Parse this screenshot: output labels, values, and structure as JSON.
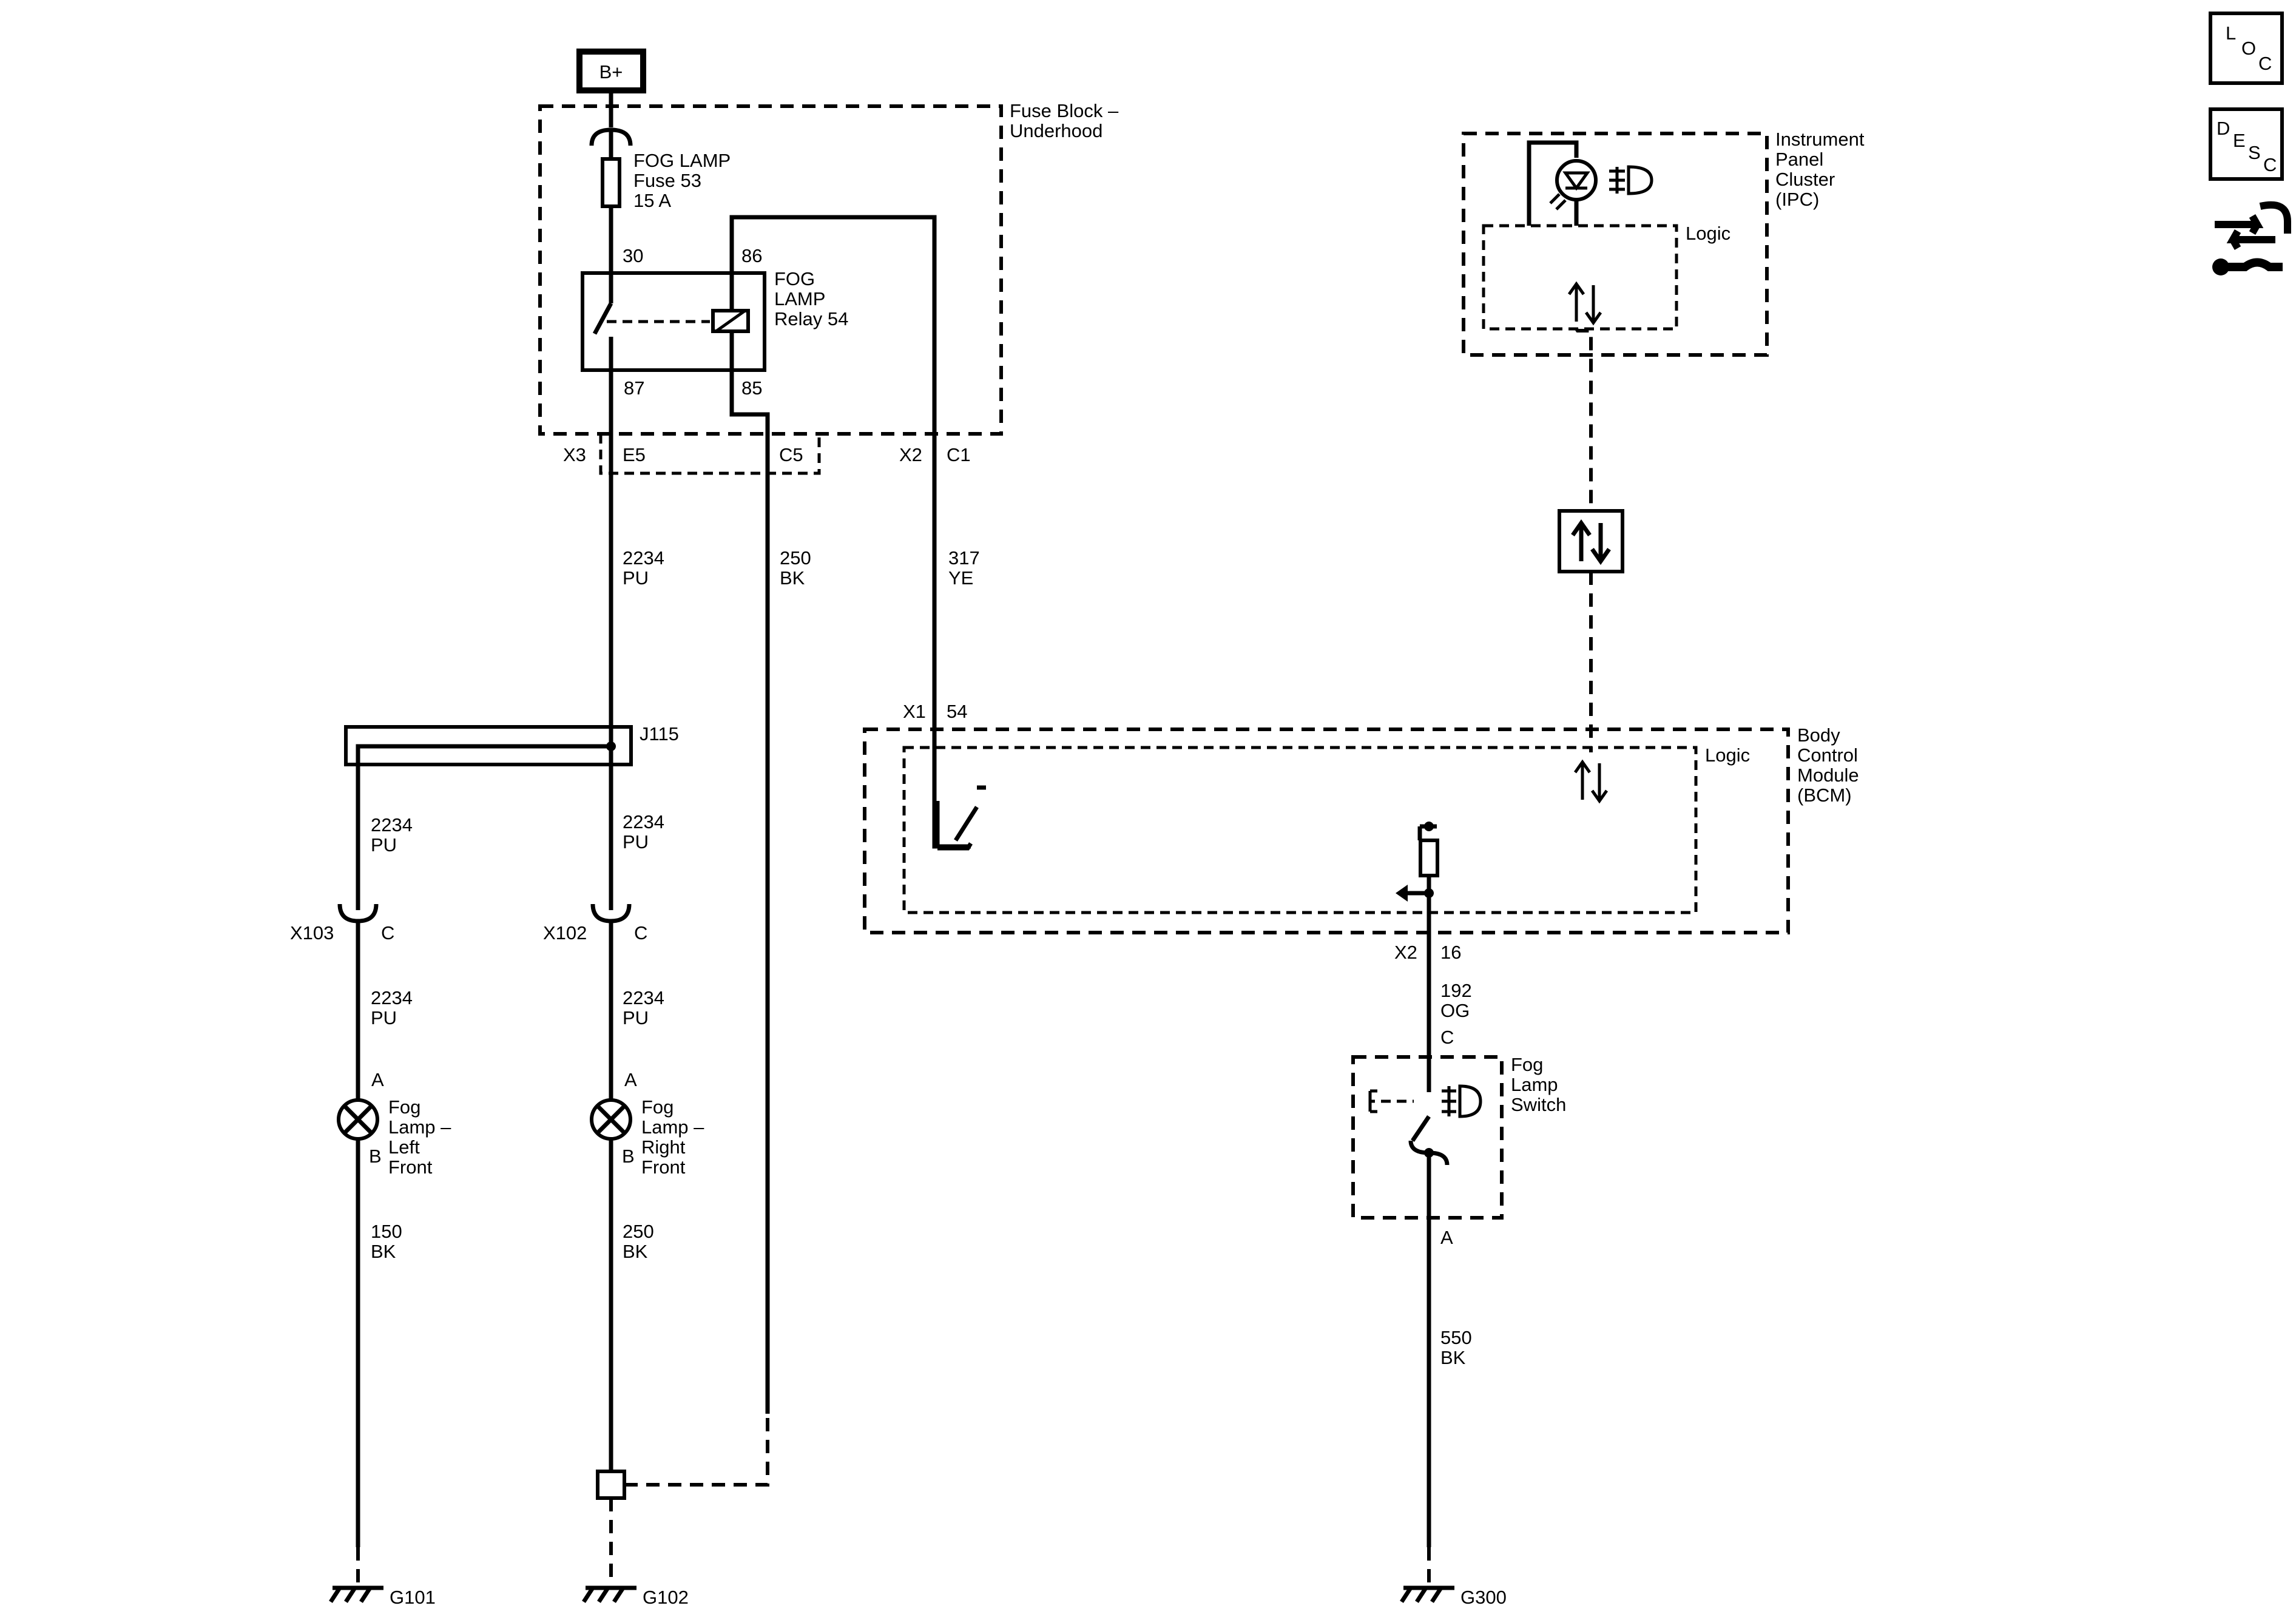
{
  "power": {
    "label": "B+"
  },
  "fuse_block": {
    "title_lines": [
      "Fuse Block –",
      "Underhood"
    ],
    "fuse_lines": [
      "FOG LAMP",
      "Fuse 53",
      "15 A"
    ],
    "relay_lines": [
      "FOG",
      "LAMP",
      "Relay 54"
    ],
    "pins": {
      "p30": "30",
      "p86": "86",
      "p87": "87",
      "p85": "85"
    },
    "connectors": {
      "x3": "X3",
      "e5": "E5",
      "c5": "C5",
      "x2": "X2",
      "c1": "C1"
    }
  },
  "wires": {
    "w2234_top": [
      "2234",
      "PU"
    ],
    "w250_top": [
      "250",
      "BK"
    ],
    "w317": [
      "317",
      "YE"
    ],
    "w2234_left": [
      "2234",
      "PU"
    ],
    "w2234_right": [
      "2234",
      "PU"
    ],
    "w2234_left_low": [
      "2234",
      "PU"
    ],
    "w2234_right_low": [
      "2234",
      "PU"
    ],
    "w150": [
      "150",
      "BK"
    ],
    "w250_right": [
      "250",
      "BK"
    ],
    "w192": [
      "192",
      "OG"
    ],
    "w550": [
      "550",
      "BK"
    ]
  },
  "splice": {
    "label": "J115"
  },
  "inline_connectors": {
    "x103": "X103",
    "x103_pin": "C",
    "x102": "X102",
    "x102_pin": "C"
  },
  "lamps": {
    "left": {
      "pin_a": "A",
      "pin_b": "B",
      "lines": [
        "Fog",
        "Lamp –",
        "Left",
        "Front"
      ]
    },
    "right": {
      "pin_a": "A",
      "pin_b": "B",
      "lines": [
        "Fog",
        "Lamp –",
        "Right",
        "Front"
      ]
    }
  },
  "grounds": {
    "g101": "G101",
    "g102": "G102",
    "g300": "G300"
  },
  "ipc": {
    "title_lines": [
      "Instrument",
      "Panel",
      "Cluster",
      "(IPC)"
    ],
    "logic": "Logic"
  },
  "bcm": {
    "title_lines": [
      "Body",
      "Control",
      "Module",
      "(BCM)"
    ],
    "logic": "Logic",
    "x1": "X1",
    "p54": "54",
    "x2": "X2",
    "p16": "16"
  },
  "switch": {
    "lines": [
      "Fog",
      "Lamp",
      "Switch"
    ],
    "pin_c": "C",
    "pin_a": "A"
  },
  "sidebar": {
    "loc": [
      "L",
      "O",
      "C"
    ],
    "desc": [
      "D",
      "E",
      "S",
      "C"
    ]
  },
  "icons": [
    "fuse-icon",
    "relay-coil-icon",
    "lamp-icon",
    "ground-icon",
    "indicator-led-icon",
    "fog-lamp-symbol-icon",
    "serial-data-icon",
    "pull-up-resistor-icon",
    "connector-icon",
    "diagnostic-tool-icon"
  ]
}
